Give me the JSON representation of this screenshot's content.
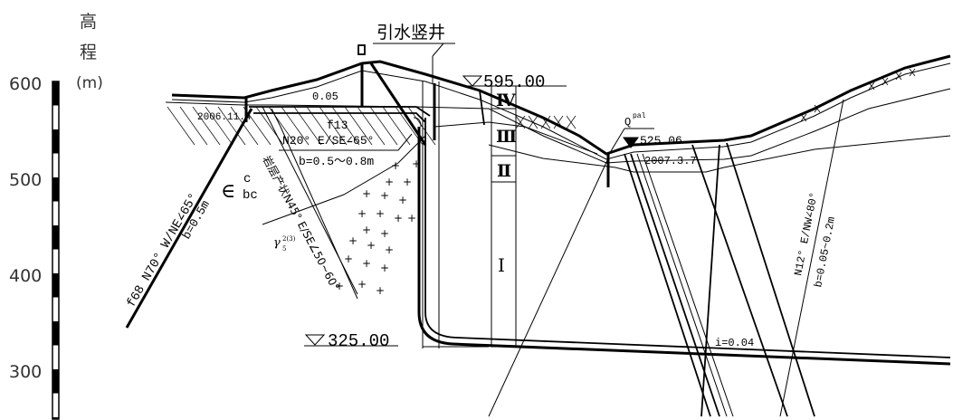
{
  "axis": {
    "title_chars": [
      "高",
      "程"
    ],
    "unit": "(m)",
    "ticks": [
      "600",
      "500",
      "400",
      "300"
    ]
  },
  "labels": {
    "shaft_title": "引水竖井",
    "top_elevation": "595.00",
    "bottom_elevation": "325.00",
    "water_elevation": "525.06",
    "quaternary": "Q",
    "quaternary_sup": "pal",
    "date_right": "2007.3.7",
    "date_left": "2006.11.4",
    "dip_small": "0.05",
    "fault_f13": "f13",
    "fault_f13_attitude": "N20° E/SE∠65°",
    "fault_f13_width": "b=0.5～0.8m",
    "fault_f68": "f68  N70° W/NE∠65°",
    "fault_f68_width": "b=0.5m",
    "strata_symbol": "∈",
    "strata_sup": "c",
    "strata_sub": "bc",
    "bedding": "岩层产状N45° E/SE∠50~60°",
    "granite": "γ",
    "granite_sup": "2(3)",
    "granite_sub": "5",
    "slope": "i=0.04",
    "fault_right_attitude": "N12° E/NW∠80°",
    "fault_right_width": "b=0.05~0.2m"
  },
  "rock_classes": [
    "Ⅳ",
    "Ⅲ",
    "Ⅱ",
    "Ⅰ"
  ]
}
